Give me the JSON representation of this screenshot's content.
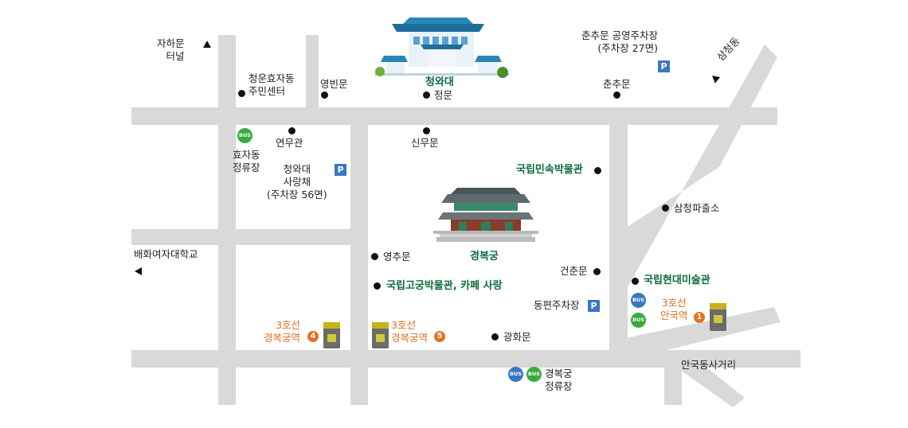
{
  "colors": {
    "road": "#d9d9d9",
    "accent_green": "#0a6b3c",
    "subway_orange": "#e4701e",
    "parking_blue": "#3a77c2",
    "bus_blue": "#3a77c2",
    "bus_green": "#3aaa3e"
  },
  "landmarks": {
    "cheongwadae": "청와대",
    "folk_museum": "국립민속박물관",
    "gyeongbokgung": "경복궁",
    "palace_museum": "국립고궁박물관, 카페 사랑",
    "mmca": "국립현대미술관"
  },
  "places": {
    "jaha_gate_tunnel": "자하문\n터널",
    "cheongun_center": "청운효자동\n주민센터",
    "yeongbinmun": "영빈문",
    "jeongmun": "정문",
    "chunchumun_parking": "춘추문 공영주차장\n(주차장 27면)",
    "chunchumun": "춘추문",
    "samcheongdong": "삼청동",
    "yeonmugwan": "연무관",
    "hyoja_stop": "효자동\n정류장",
    "sarangchae": "청와대\n사랑채\n(주차장 56면)",
    "sinmumun": "신무문",
    "samcheong_police": "삼청파출소",
    "ewha_school": "배화여자대학교",
    "yeongchumun": "영추문",
    "geonchunmun": "건춘문",
    "east_parking": "동편주차장",
    "anguk_station": "3호선\n안국역",
    "gbg_station_4": "3호선\n경복궁역",
    "gbg_station_5": "3호선\n경복궁역",
    "gwanghwamun": "광화문",
    "anguk_crossroad": "안국동사거리",
    "gbg_stop": "경복궁\n정류장"
  },
  "badges": {
    "parking": "P",
    "bus": "BUS",
    "exit_1": "1",
    "exit_4": "4",
    "exit_5": "5"
  }
}
